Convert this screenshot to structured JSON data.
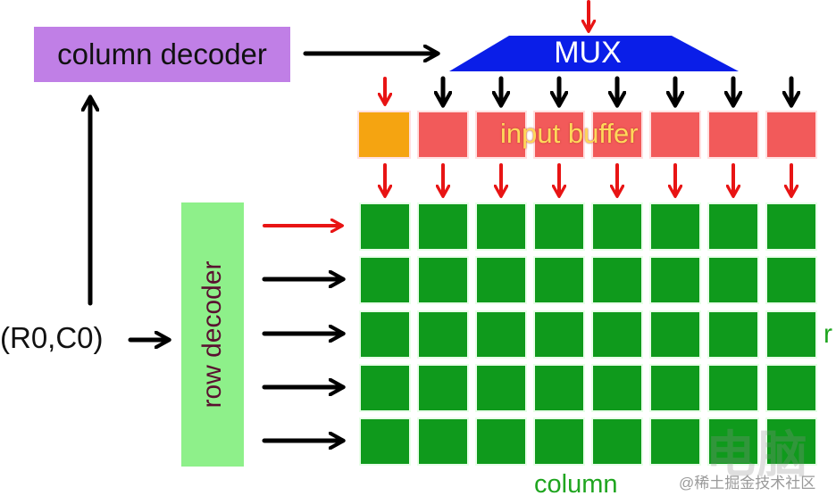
{
  "labels": {
    "column_decoder": "column decoder",
    "row_decoder": "row decoder",
    "mux": "MUX",
    "input_buffer": "input buffer",
    "address": "(R0,C0)",
    "column": "column",
    "row": "r",
    "watermark": "@稀土掘金技术社区",
    "watermark_logo": "电脑"
  },
  "grid": {
    "rows": 5,
    "columns": 8
  },
  "buffer": {
    "cells": 8,
    "selected_index": 0
  },
  "selected_row": 0,
  "colors": {
    "column_decoder": "#c07fe6",
    "row_decoder": "#8ef08a",
    "mux": "#0a1ee8",
    "buffer_cell": "#f25a5a",
    "buffer_selected": "#f5a411",
    "cell": "#0f9a1c",
    "active_arrow": "#e81414",
    "arrow": "#000000"
  }
}
